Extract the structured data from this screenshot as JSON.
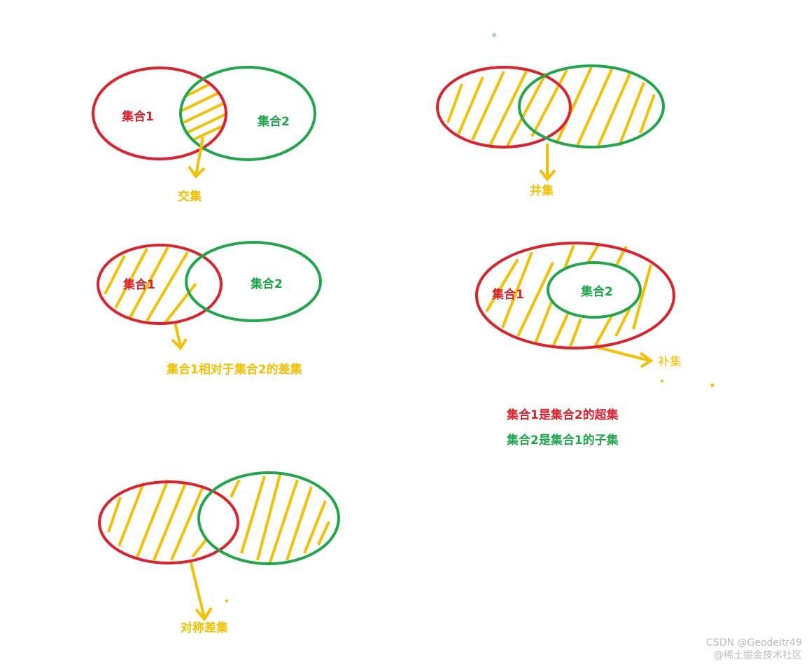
{
  "colors": {
    "set1": "#e0202a",
    "set2": "#1fa84a",
    "hatch": "#f5c000"
  },
  "diagrams": {
    "intersection": {
      "set1": "集合1",
      "set2": "集合2",
      "caption": "交集"
    },
    "union": {
      "caption": "并集"
    },
    "difference": {
      "set1": "集合1",
      "set2": "集合2",
      "caption": "集合1相对于集合2的差集"
    },
    "complement": {
      "set1": "集合1",
      "set2": "集合2",
      "caption": "补集",
      "note1": "集合1是集合2的超集",
      "note2": "集合2是集合1的子集"
    },
    "symmetric_difference": {
      "caption": "对称差集"
    }
  },
  "watermark": {
    "text1": "CSDN @Geodeitr49",
    "text2": "@稀土掘金技术社区"
  }
}
